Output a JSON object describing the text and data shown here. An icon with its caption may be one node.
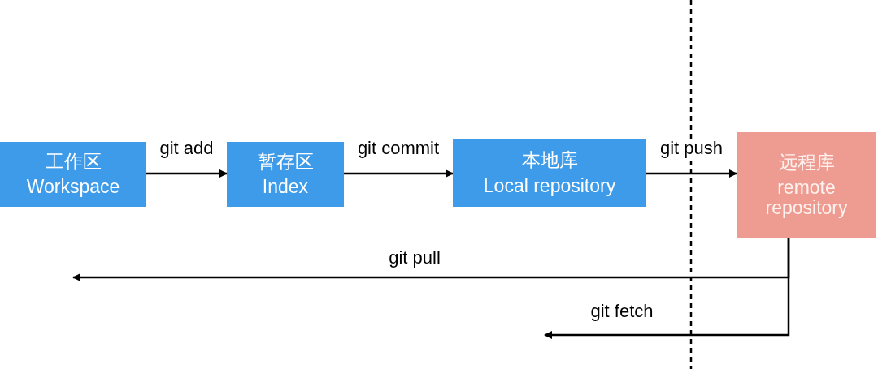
{
  "diagram": {
    "nodes": [
      {
        "text": [
          "工作区",
          "Workspace"
        ]
      },
      {
        "text": [
          "暂存区",
          "Index"
        ]
      },
      {
        "text": [
          "本地库",
          "Local repository"
        ]
      },
      {
        "text": [
          "远程库",
          "remote repository"
        ]
      }
    ],
    "edges": [
      {
        "from": 0,
        "to": 1,
        "arrow": "to",
        "label": "git add"
      },
      {
        "from": 1,
        "to": 2,
        "arrow": "to",
        "label": "git commit"
      },
      {
        "from": 2,
        "to": 3,
        "arrow": "to",
        "label": "git push"
      },
      {
        "from": 3,
        "to": null,
        "arrow": "to",
        "label": "git pull"
      },
      {
        "from": 3,
        "to": null,
        "arrow": "to",
        "label": "git fetch"
      }
    ]
  }
}
